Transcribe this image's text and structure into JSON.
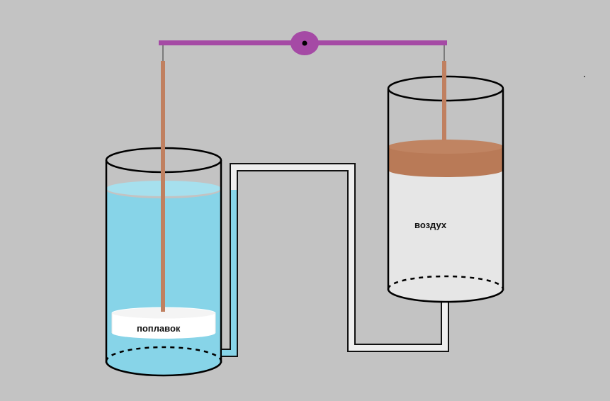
{
  "labels": {
    "float": "поплавок",
    "air": "воздух"
  },
  "colors": {
    "background": "#c3c3c3",
    "water": "#87d4e8",
    "water_surface": "#a6e0ee",
    "rod": "#c08060",
    "lever": "#a54aa5",
    "cylinder_outline": "#000000",
    "air_fill": "#e6e6e6",
    "float_fill": "#ffffff",
    "pipe_fill": "#eeeeee",
    "brown_piston": "#b97a57"
  },
  "components": [
    "left-cylinder-with-water",
    "float",
    "connecting-pipe",
    "right-cylinder-with-air",
    "piston",
    "lever-with-pivot"
  ]
}
